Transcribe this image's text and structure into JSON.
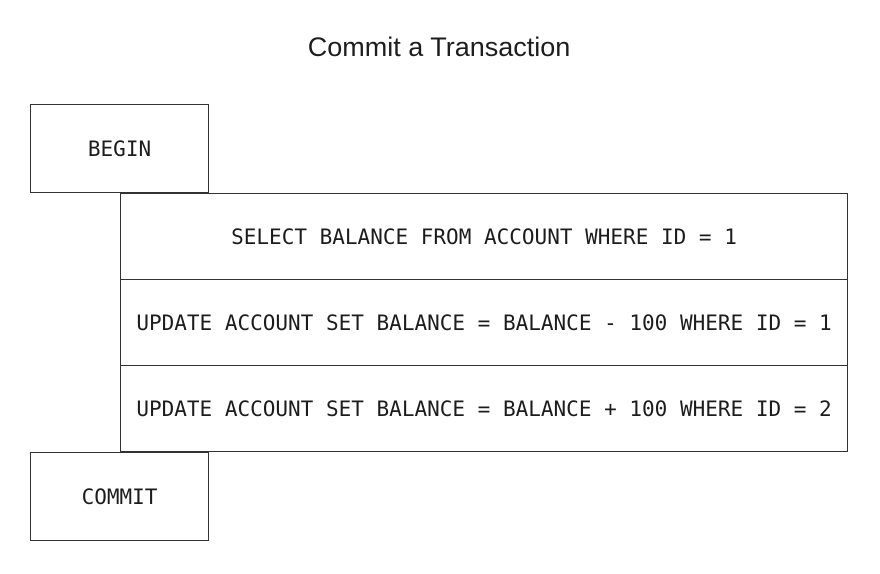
{
  "title": "Commit a Transaction",
  "diagram": {
    "begin_label": "BEGIN",
    "commit_label": "COMMIT",
    "statements": [
      "SELECT BALANCE FROM ACCOUNT WHERE ID = 1",
      "UPDATE ACCOUNT SET BALANCE = BALANCE - 100 WHERE ID = 1",
      "UPDATE ACCOUNT SET BALANCE = BALANCE + 100 WHERE ID = 2"
    ],
    "colors": {
      "stroke": "#333333",
      "text": "#1c1c1c",
      "background": "#ffffff"
    }
  }
}
